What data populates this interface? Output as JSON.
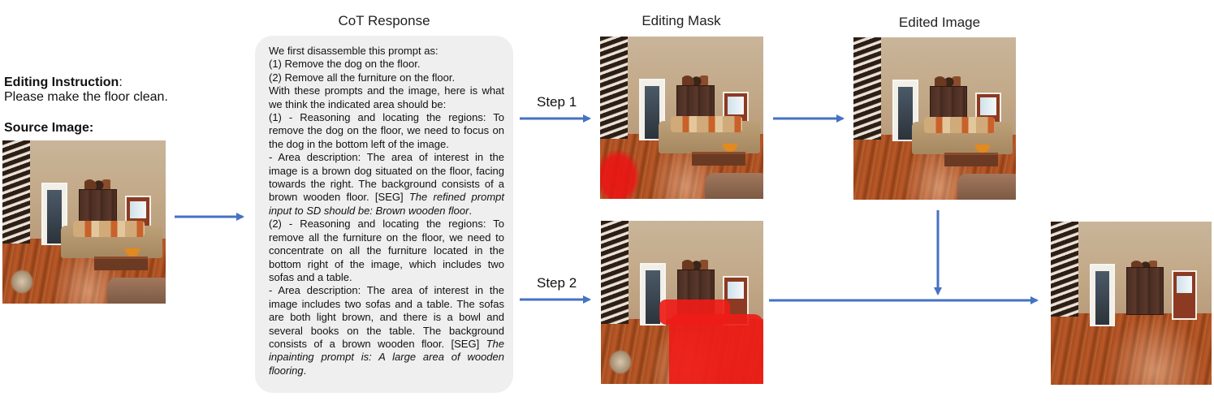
{
  "headers": {
    "cot": "CoT Response",
    "mask": "Editing Mask",
    "edited": "Edited Image"
  },
  "instruction": {
    "title": "Editing Instruction",
    "colon": ":",
    "text": "Please make the floor clean."
  },
  "source_label": "Source Image:",
  "steps": {
    "step1": "Step 1",
    "step2": "Step 2"
  },
  "cot": {
    "intro": "We first disassemble this prompt as:",
    "sub1": "(1)  Remove the dog on the floor.",
    "sub2": "(2)  Remove all the furniture on the floor.",
    "lead": "With these prompts and the image, here is what we think the indicated area should be:",
    "p1_reason": "(1) - Reasoning and locating the regions: To remove the dog on the floor, we need to focus on the dog in the bottom left of the image.",
    "p1_area": "- Area description: The area of interest in the image is a brown dog situated on the floor, facing towards the right. The background consists of a brown wooden floor. [SEG] ",
    "p1_prompt": "The refined prompt input to SD should be: Brown wooden floor",
    "p1_end": ".",
    "p2_reason": "(2) - Reasoning and locating the regions:  To remove all the furniture on the floor, we need to concentrate on all the furniture located in the bottom right of the image, which includes two sofas and a table.",
    "p2_area": "- Area description: The area of interest in the image includes two sofas and a table. The sofas are both light brown, and there is a bowl and several books on the table. The background consists of a brown wooden floor. [SEG] ",
    "p2_prompt": "The inpainting prompt is: A large area of wooden flooring",
    "p2_end": "."
  },
  "colors": {
    "arrow": "#4472c4",
    "mask": "#ee1c18",
    "cot_bg": "#efefef"
  }
}
